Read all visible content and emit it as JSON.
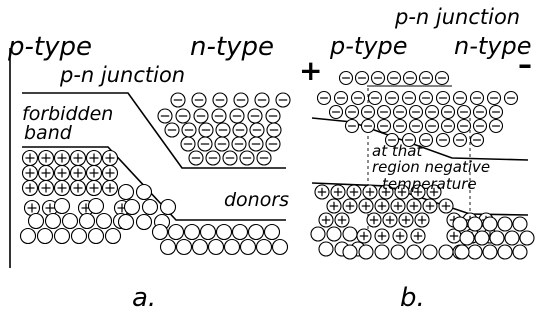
{
  "panel_a": {
    "p_type": "p-type",
    "n_type": "n-type",
    "junction": "p-n junction",
    "forbidden_line1": "forbidden",
    "forbidden_line2": "band",
    "donors": "donors",
    "caption": "a."
  },
  "panel_b": {
    "junction": "p-n junction",
    "p_type": "p-type",
    "n_type": "n-type",
    "plus_terminal": "+",
    "minus_terminal": "–",
    "region_line1": "at that",
    "region_line2": "region negative",
    "region_line3": "temperature",
    "caption": "b."
  }
}
